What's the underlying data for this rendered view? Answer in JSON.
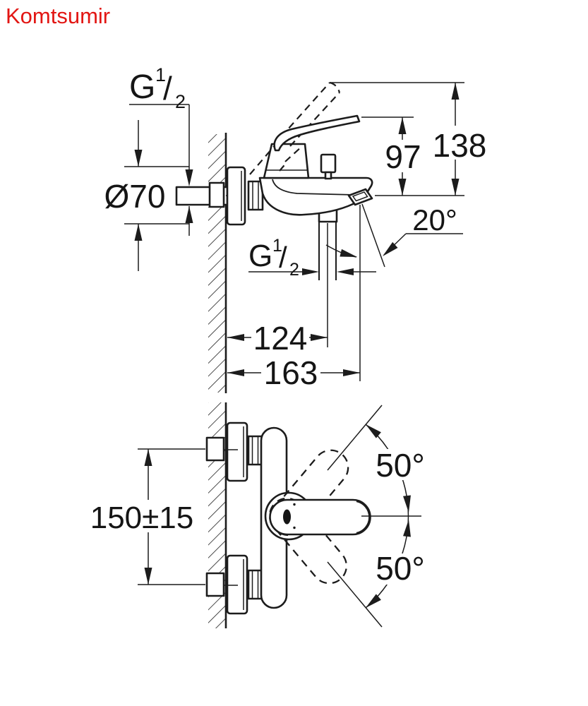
{
  "page": {
    "logo_text": "Komtsumir"
  },
  "colors": {
    "logo_red": "#e21613",
    "line_black": "#1c1c1c",
    "background": "#ffffff"
  },
  "drawing": {
    "side_view": {
      "wall_thread_label": {
        "g": "G",
        "sup": "1",
        "slash": "/",
        "sub": "2"
      },
      "escutcheon_diameter": "Ø70",
      "handle_height": "97",
      "handle_raised_height": "138",
      "spout_angle": "20°",
      "shower_thread_label": {
        "g": "G",
        "sup": "1",
        "slash": "/",
        "sub": "2"
      },
      "wall_to_shower_outlet": "124",
      "wall_to_spout_tip": "163"
    },
    "plan_view": {
      "inlet_centers_spacing": "150±15",
      "handle_swivel_upper": "50°",
      "handle_swivel_lower": "50°"
    }
  }
}
